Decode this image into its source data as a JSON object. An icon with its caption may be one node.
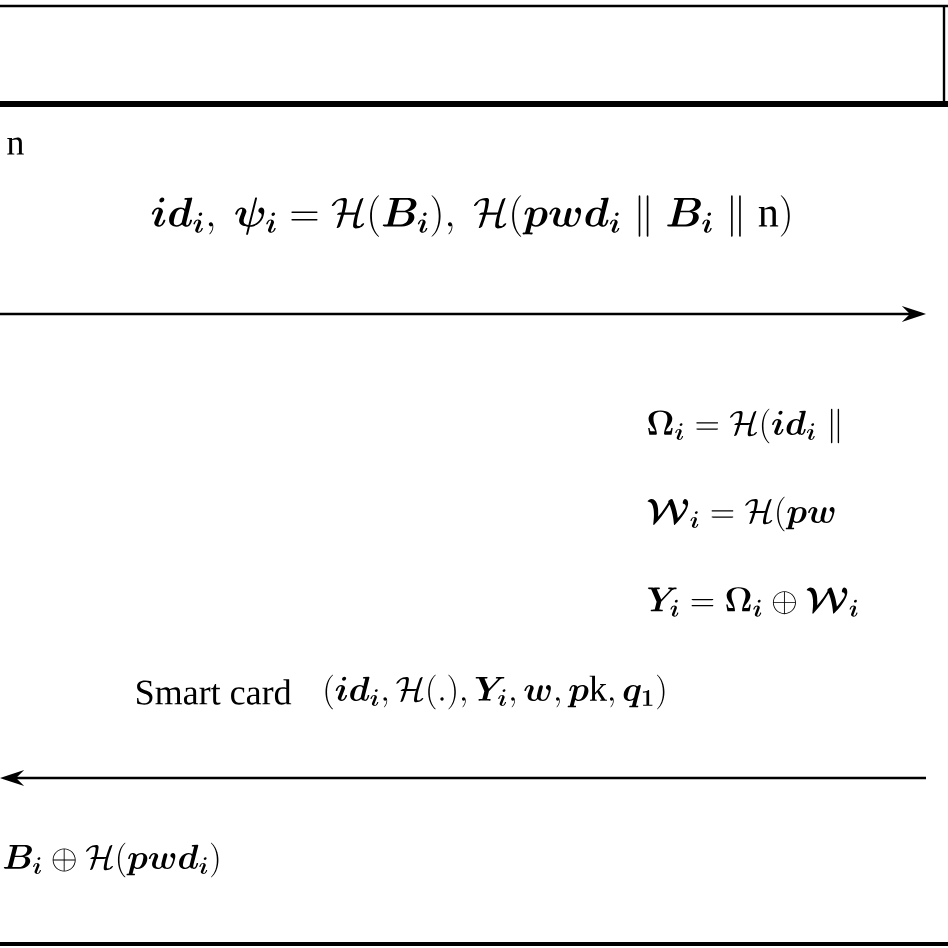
{
  "diagram": {
    "labels": [
      "n",
      "\\boldsymbol{id_i},\\ \\boldsymbol{\\psi_i} = \\mathcal{H}(\\boldsymbol{B_i}),\\ \\mathcal{H}(\\boldsymbol{pwd_i} \\parallel \\boldsymbol{B_i} \\parallel \\mathrm{n})",
      "\\boldsymbol{\\Omega_i} = \\mathcal{H}(\\boldsymbol{id_i} \\parallel",
      "\\boldsymbol{\\mathcal{W}_i} = \\mathcal{H}(\\boldsymbol{pw}",
      "\\boldsymbol{Y_i} = \\boldsymbol{\\Omega_i}\\oplus\\boldsymbol{\\mathcal{W}_i}",
      "Smart card",
      "(\\boldsymbol{id_i}, \\mathcal{H}(.), \\boldsymbol{Y_i}, \\boldsymbol{w}, \\boldsymbol{p}\\mathrm{k}, \\boldsymbol{q_1})",
      "\\boldsymbol{B_i}\\oplus\\mathcal{H}(\\boldsymbol{pwd_i})"
    ]
  }
}
